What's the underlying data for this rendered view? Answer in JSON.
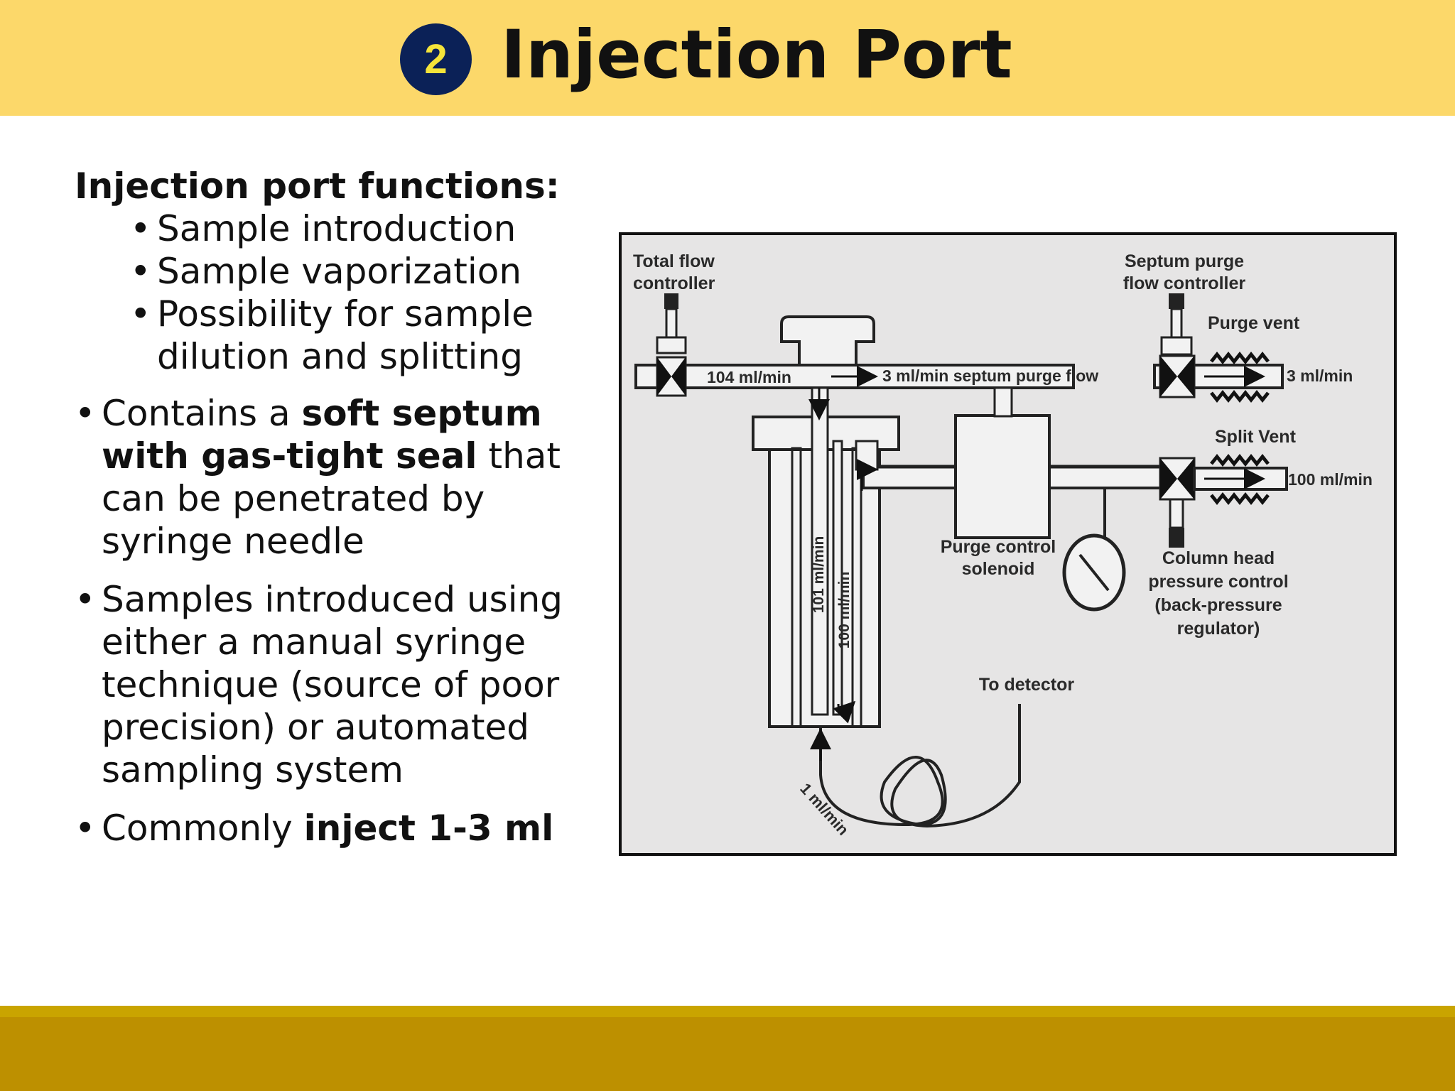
{
  "header": {
    "number": "2",
    "title": "Injection Port"
  },
  "content": {
    "heading": "Injection port functions:",
    "functions": [
      "Sample introduction",
      "Sample vaporization",
      "Possibility for sample dilution and splitting"
    ],
    "bullets": [
      {
        "pre": "Contains a ",
        "bold": "soft septum with gas-tight seal",
        "post": " that can be penetrated by syringe needle"
      },
      {
        "pre": "Samples introduced using either a manual syringe technique (source of poor precision) or automated sampling system",
        "bold": "",
        "post": ""
      },
      {
        "pre": "Commonly ",
        "bold": "inject 1-3 ml",
        "post": ""
      }
    ]
  },
  "diagram": {
    "total_flow_l1": "Total flow",
    "total_flow_l2": "controller",
    "septum_purge_l1": "Septum purge",
    "septum_purge_l2": "flow controller",
    "purge_vent": "Purge vent",
    "flow_104": "104 ml/min",
    "flow_septum": "3 ml/min septum purge flow",
    "flow_3": "3 ml/min",
    "split_vent": "Split Vent",
    "flow_100_vent": "100 ml/min",
    "flow_101": "101 ml/min",
    "flow_100": "100 ml/min",
    "purge_solenoid_l1": "Purge control",
    "purge_solenoid_l2": "solenoid",
    "column_head_l1": "Column head",
    "column_head_l2": "pressure control",
    "column_head_l3": "(back-pressure",
    "column_head_l4": "regulator)",
    "to_detector": "To detector",
    "flow_1": "1 ml/min"
  },
  "colors": {
    "header_bg": "#fcd86a",
    "badge_bg": "#0b2157",
    "badge_text": "#f5e43a",
    "footer": "#bd9000",
    "diagram_bg": "#e6e5e5"
  }
}
